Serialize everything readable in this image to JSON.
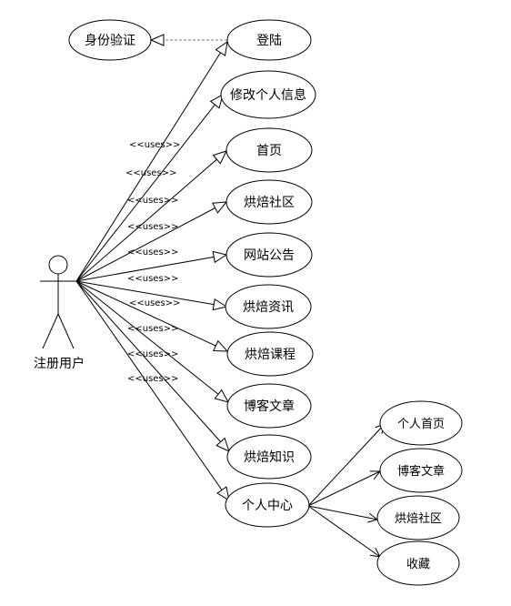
{
  "actor": {
    "label": "注册用户"
  },
  "use_cases": {
    "identity": "身份验证",
    "login": "登陆",
    "edit_profile": "修改个人信息",
    "home": "首页",
    "community": "烘焙社区",
    "announcement": "网站公告",
    "news": "烘焙资讯",
    "course": "烘焙课程",
    "blog": "博客文章",
    "knowledge": "烘焙知识",
    "personal_center": "个人中心",
    "pc_home": "个人首页",
    "pc_blog": "博客文章",
    "pc_community": "烘焙社区",
    "pc_favorites": "收藏"
  },
  "stereotype": "<<uses>>"
}
